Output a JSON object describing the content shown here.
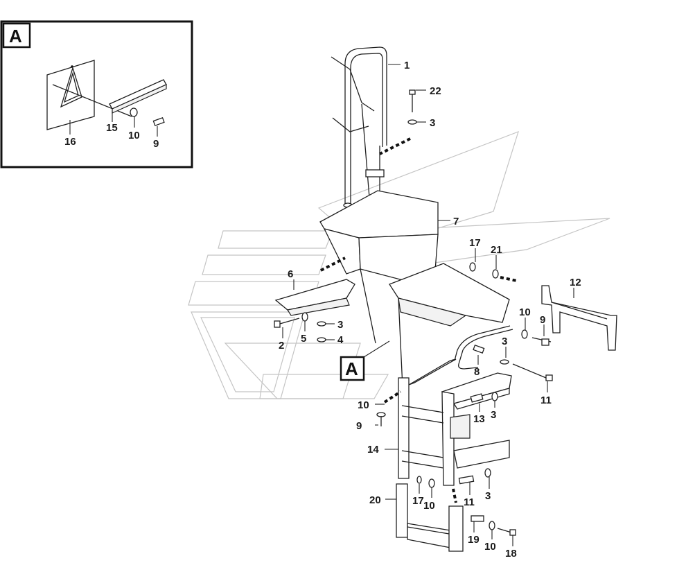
{
  "detail": {
    "tag": "A",
    "labels": [
      "15",
      "10",
      "9",
      "16"
    ]
  },
  "callout": {
    "tag": "A"
  },
  "labels": [
    {
      "id": "1",
      "text": "1"
    },
    {
      "id": "22",
      "text": "22"
    },
    {
      "id": "3a",
      "text": "3"
    },
    {
      "id": "7",
      "text": "7"
    },
    {
      "id": "17a",
      "text": "17"
    },
    {
      "id": "21",
      "text": "21"
    },
    {
      "id": "12",
      "text": "12"
    },
    {
      "id": "6",
      "text": "6"
    },
    {
      "id": "3b",
      "text": "3"
    },
    {
      "id": "4",
      "text": "4"
    },
    {
      "id": "5",
      "text": "5"
    },
    {
      "id": "2",
      "text": "2"
    },
    {
      "id": "10a",
      "text": "10"
    },
    {
      "id": "9a",
      "text": "9"
    },
    {
      "id": "3c",
      "text": "3"
    },
    {
      "id": "8",
      "text": "8"
    },
    {
      "id": "11a",
      "text": "11"
    },
    {
      "id": "10b",
      "text": "10"
    },
    {
      "id": "9b",
      "text": "9"
    },
    {
      "id": "13",
      "text": "13"
    },
    {
      "id": "3d",
      "text": "3"
    },
    {
      "id": "14",
      "text": "14"
    },
    {
      "id": "20",
      "text": "20"
    },
    {
      "id": "17b",
      "text": "17"
    },
    {
      "id": "10c",
      "text": "10"
    },
    {
      "id": "11b",
      "text": "11"
    },
    {
      "id": "3e",
      "text": "3"
    },
    {
      "id": "19",
      "text": "19"
    },
    {
      "id": "10d",
      "text": "10"
    },
    {
      "id": "18",
      "text": "18"
    }
  ]
}
